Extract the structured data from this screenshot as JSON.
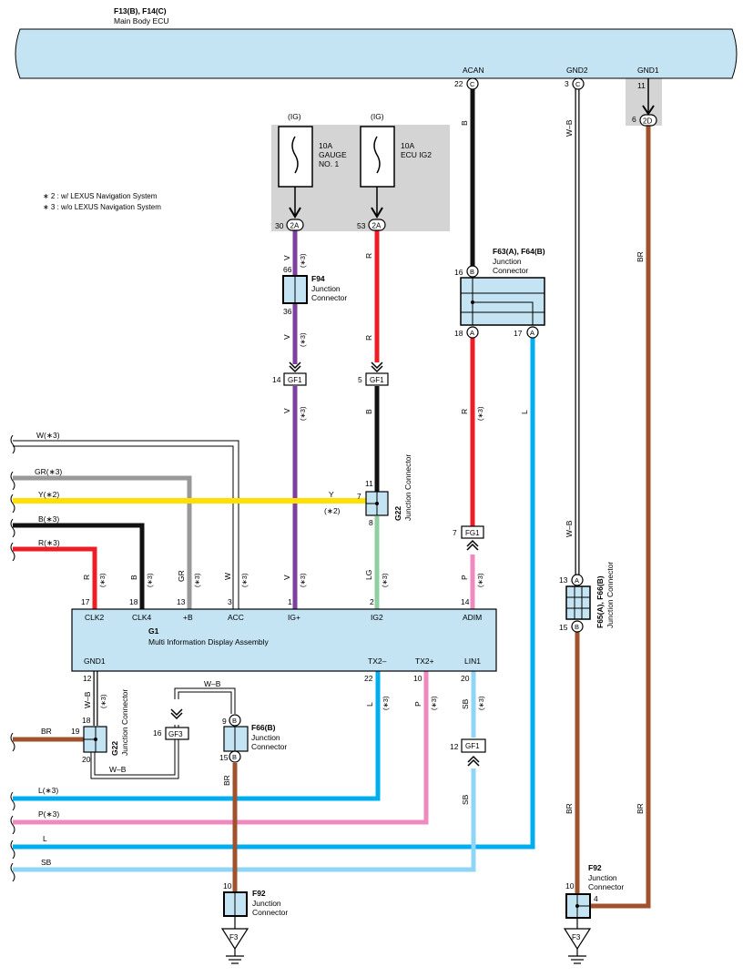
{
  "ecu": {
    "ref": "F13(B), F14(C)",
    "name": "Main Body ECU",
    "pins": [
      {
        "label": "ACAN",
        "num": "22",
        "conn": "C"
      },
      {
        "label": "GND2",
        "num": "3",
        "conn": "C"
      },
      {
        "label": "GND1",
        "num": "11"
      },
      {
        "num": "6",
        "conn": "2D"
      }
    ]
  },
  "notes": [
    "∗ 2 : w/ LEXUS Navigation System",
    "∗ 3 : w/o LEXUS Navigation System"
  ],
  "fuses": [
    {
      "source": "(IG)",
      "rating": "10A",
      "name1": "GAUGE",
      "name2": "NO. 1",
      "pin": "30",
      "conn": "2A"
    },
    {
      "source": "(IG)",
      "rating": "10A",
      "name1": "ECU IG2",
      "name2": "",
      "pin": "53",
      "conn": "2A"
    }
  ],
  "junctions": {
    "f94": {
      "ref": "F94",
      "line1": "Junction",
      "line2": "Connector",
      "pin_top": "66",
      "pin_bot": "36"
    },
    "f63": {
      "ref": "F63(A), F64(B)",
      "line1": "Junction",
      "line2": "Connector",
      "pin_in": "16",
      "conn_in": "B",
      "pin_out1": "18",
      "conn_out1": "A",
      "pin_out2": "17",
      "conn_out2": "A"
    },
    "g22_top": {
      "ref": "G22",
      "text": "Junction Connector",
      "pin_top": "11",
      "pin_left": "7",
      "pin_bot": "8"
    },
    "f65": {
      "ref": "F65(A), F66(B)",
      "text": "Junction Connector",
      "pin_top": "13",
      "conn_top": "A",
      "pin_bot": "15",
      "conn_bot": "B"
    },
    "g22_bot": {
      "ref": "G22",
      "text": "Junction Connector",
      "pin_top": "18",
      "pin_left": "19",
      "pin_bot": "20"
    },
    "f66": {
      "ref": "F66(B)",
      "line1": "Junction",
      "line2": "Connector",
      "pin_top": "9",
      "conn": "B",
      "pin_bot": "15"
    },
    "f92_left": {
      "ref": "F92",
      "line1": "Junction",
      "line2": "Connector",
      "pin": "10",
      "ground": "F3"
    },
    "f92_right": {
      "ref": "F92",
      "line1": "Junction",
      "line2": "Connector",
      "pin": "10",
      "pin_right": "4",
      "ground": "F3"
    }
  },
  "inline_connectors": [
    {
      "pin": "14",
      "name": "GF1"
    },
    {
      "pin": "5",
      "name": "GF1"
    },
    {
      "pin": "7",
      "name": "FG1"
    },
    {
      "pin": "16",
      "name": "GF3"
    },
    {
      "pin": "12",
      "name": "GF1"
    }
  ],
  "assembly": {
    "ref": "G1",
    "name": "Multi Information Display Assembly",
    "top_pins": [
      {
        "label": "CLK2",
        "num": "17"
      },
      {
        "label": "CLK4",
        "num": "18"
      },
      {
        "label": "+B",
        "num": "13"
      },
      {
        "label": "ACC",
        "num": "3"
      },
      {
        "label": "IG+",
        "num": "1"
      },
      {
        "label": "IG2",
        "num": "2"
      },
      {
        "label": "ADIM",
        "num": "14"
      }
    ],
    "bottom_pins": [
      {
        "label": "GND1",
        "num": "12"
      },
      {
        "label": "TX2–",
        "num": "22"
      },
      {
        "label": "TX2+",
        "num": "10"
      },
      {
        "label": "LIN1",
        "num": "20"
      }
    ]
  },
  "left_wires": [
    {
      "label": "W(∗3)"
    },
    {
      "label": "GR(∗3)"
    },
    {
      "label": "Y(∗2)"
    },
    {
      "label": "B(∗3)"
    },
    {
      "label": "R(∗3)"
    },
    {
      "label": "BR"
    },
    {
      "label": "L(∗3)"
    },
    {
      "label": "P(∗3)"
    },
    {
      "label": "L"
    },
    {
      "label": "SB"
    }
  ],
  "wire_codes": {
    "v": "V",
    "r": "R",
    "b": "B",
    "lg": "LG",
    "p": "P",
    "l": "L",
    "sb": "SB",
    "br": "BR",
    "wb": "W–B",
    "gr": "GR",
    "w": "W",
    "y": "Y",
    "s3": "(∗3)",
    "s2": "(∗2)"
  },
  "colors": {
    "violet": "#7e3fa0",
    "red": "#ee1c24",
    "black": "#111111",
    "lightgreen": "#8ecfa0",
    "pink": "#ef89c0",
    "blue": "#00aeef",
    "skyblue": "#8fd5f5",
    "brown": "#a0522d",
    "gray": "#999999",
    "yellow": "#ffe000",
    "panel": "#c4e4f4",
    "shade": "#d4d4d4"
  }
}
